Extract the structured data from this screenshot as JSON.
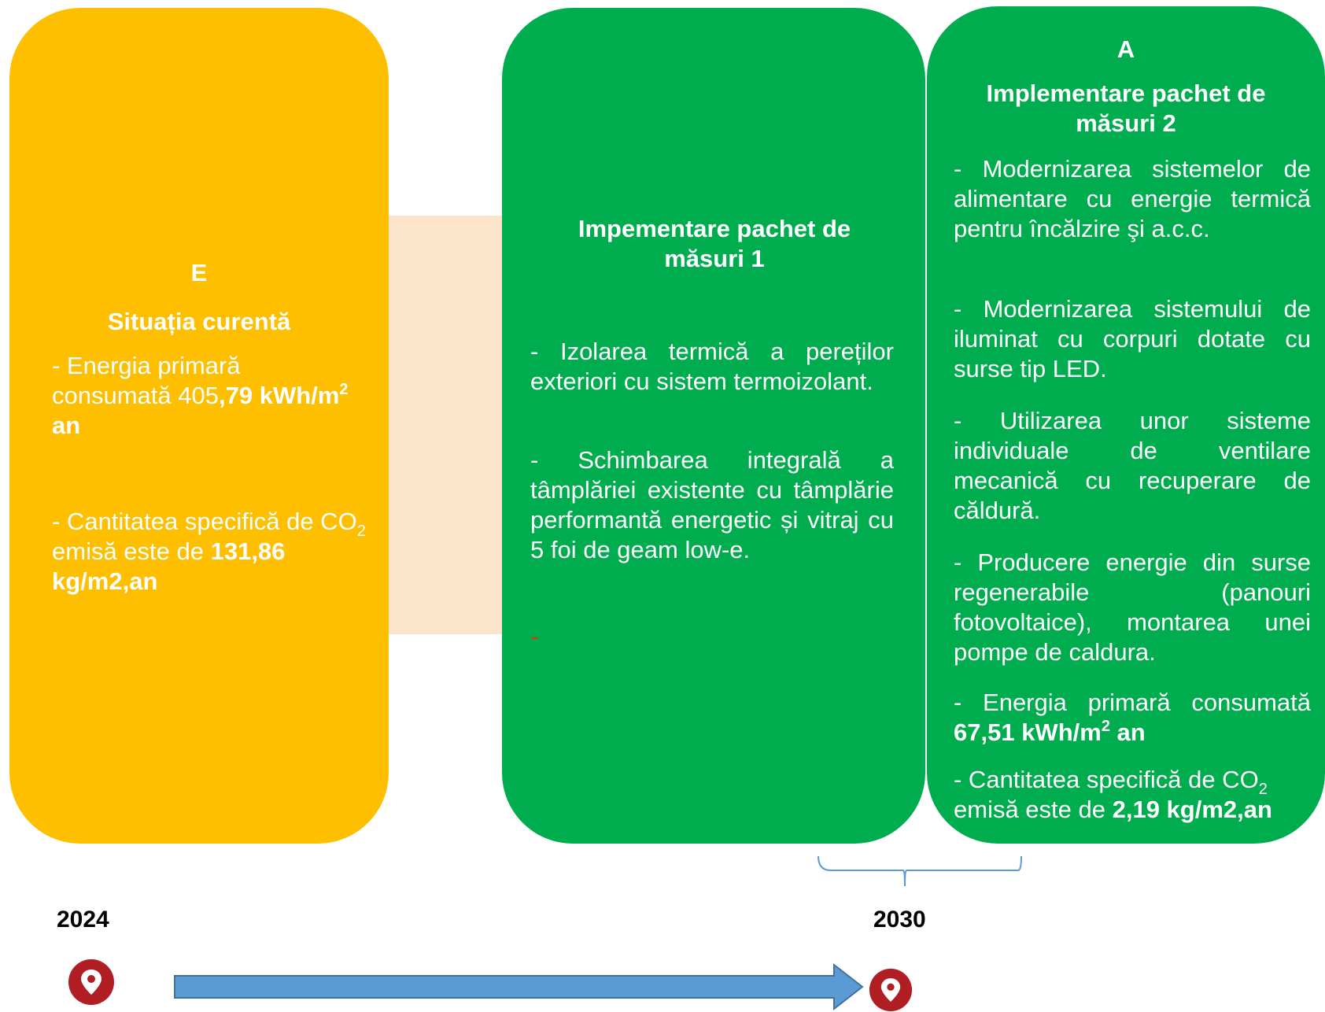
{
  "current": {
    "rating": "E",
    "title": "Situația curentă",
    "energy_prefix": "- Energia primară consumată 405",
    "energy_bold": ",79",
    "energy_unit_kwh": "kWh/m",
    "energy_unit_sup": "2",
    "energy_unit_an": " an",
    "co2_prefix": "- Cantitatea specifică de CO",
    "co2_sub": "2",
    "co2_mid": " emisă este de ",
    "co2_value": "131,86 kg/m2,an"
  },
  "package1": {
    "title": "Impementare pachet de măsuri 1",
    "items": [
      "-  Izolarea termică a pereților exteriori cu sistem termoizolant.",
      "-  Schimbarea integrală a tâmplăriei existente cu tâmplărie performantă energetic și vitraj cu 5 foi de geam low-e."
    ],
    "trailing_dash": "-"
  },
  "package2": {
    "rating": "A",
    "title": "Implementare pachet de măsuri  2",
    "items": [
      "- Modernizarea sistemelor de alimentare cu energie termică pentru încălzire şi a.c.c.",
      "- Modernizarea sistemului de iluminat cu corpuri dotate cu surse tip LED.",
      "-  Utilizarea unor sisteme individuale de ventilare mecanică cu recuperare de căldură.",
      "- Producere energie din surse regenerabile (panouri fotovoltaice), montarea unei pompe de caldura."
    ],
    "energy_prefix": "- Energia primară consumată ",
    "energy_value": "67,51 kWh/m",
    "energy_sup": "2",
    "energy_an": " an",
    "co2_prefix": "- Cantitatea specifică de CO",
    "co2_sub": "2",
    "co2_mid": " emisă este de ",
    "co2_value": "2,19 kg/m2,an"
  },
  "timeline": {
    "start_year": "2024",
    "end_year": "2030"
  },
  "colors": {
    "current_box": "#FDBF00",
    "package_box": "#00AD4E",
    "connector": "#FCE4CA",
    "arrow": "#5B9BD5",
    "pin": "#B01E23"
  }
}
